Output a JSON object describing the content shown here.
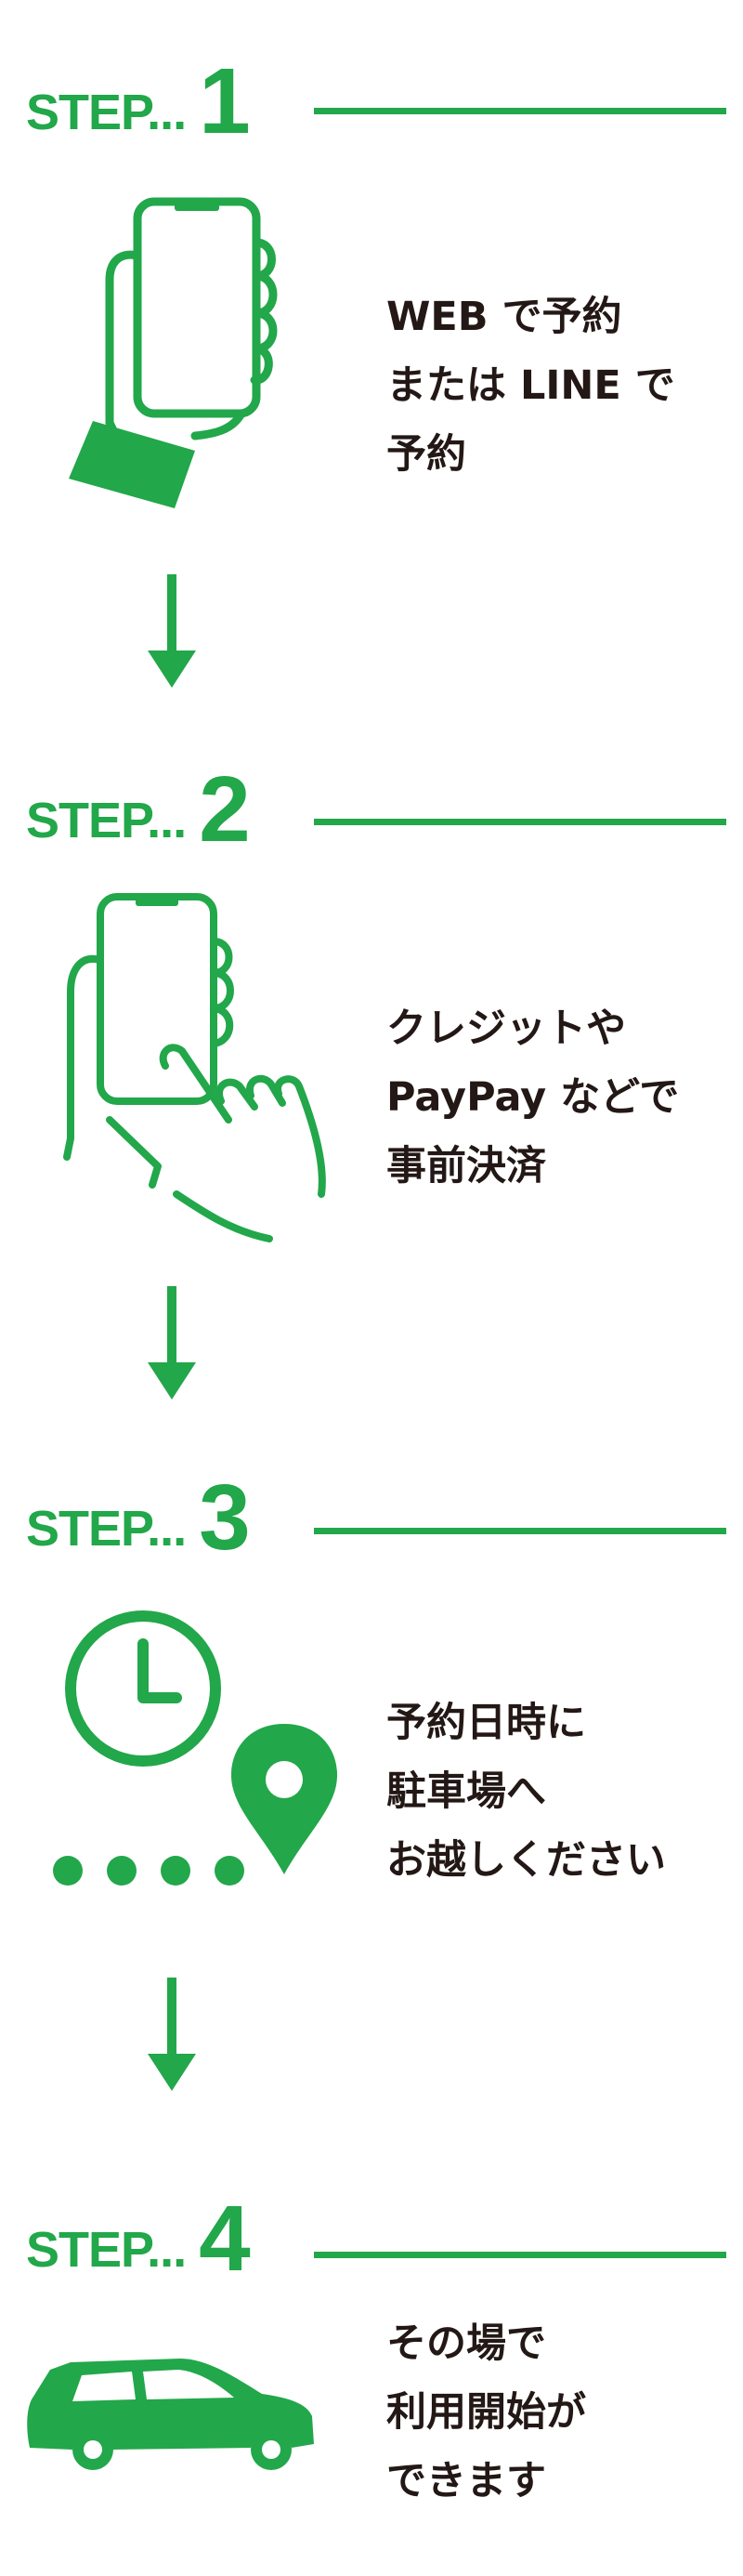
{
  "steps": [
    {
      "label": "STEP...",
      "number": "1",
      "lines": [
        "WEB で予約",
        "または LINE で",
        "予約"
      ],
      "icon": "phone-in-hand-icon"
    },
    {
      "label": "STEP...",
      "number": "2",
      "lines": [
        "クレジットや",
        "PayPay などで",
        "事前決済"
      ],
      "icon": "phone-tap-payment-icon"
    },
    {
      "label": "STEP...",
      "number": "3",
      "lines": [
        "予約日時に",
        "駐車場へ",
        "お越しください"
      ],
      "icon": "clock-location-icon"
    },
    {
      "label": "STEP...",
      "number": "4",
      "lines": [
        "その場で",
        "利用開始が",
        "できます"
      ],
      "icon": "car-icon"
    }
  ],
  "colors": {
    "accent": "#22a74a",
    "text": "#231815",
    "background": "#ffffff"
  }
}
